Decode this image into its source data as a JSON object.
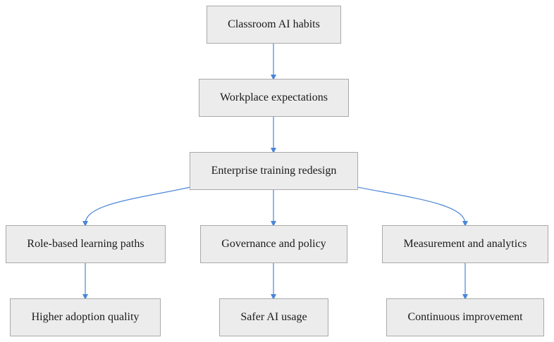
{
  "nodes": [
    {
      "id": "n1",
      "label": "Classroom AI habits"
    },
    {
      "id": "n2",
      "label": "Workplace expectations"
    },
    {
      "id": "n3",
      "label": "Enterprise training redesign"
    },
    {
      "id": "n4",
      "label": "Role-based learning paths"
    },
    {
      "id": "n5",
      "label": "Governance and policy"
    },
    {
      "id": "n6",
      "label": "Measurement and analytics"
    },
    {
      "id": "n7",
      "label": "Higher adoption quality"
    },
    {
      "id": "n8",
      "label": "Safer AI usage"
    },
    {
      "id": "n9",
      "label": "Continuous improvement"
    }
  ],
  "edges": [
    {
      "from": "n1",
      "to": "n2"
    },
    {
      "from": "n2",
      "to": "n3"
    },
    {
      "from": "n3",
      "to": "n4"
    },
    {
      "from": "n3",
      "to": "n5"
    },
    {
      "from": "n3",
      "to": "n6"
    },
    {
      "from": "n4",
      "to": "n7"
    },
    {
      "from": "n5",
      "to": "n8"
    },
    {
      "from": "n6",
      "to": "n9"
    }
  ],
  "colors": {
    "edge": "#4a86d8",
    "node_fill": "#ececec",
    "node_border": "#a9a9a9"
  }
}
